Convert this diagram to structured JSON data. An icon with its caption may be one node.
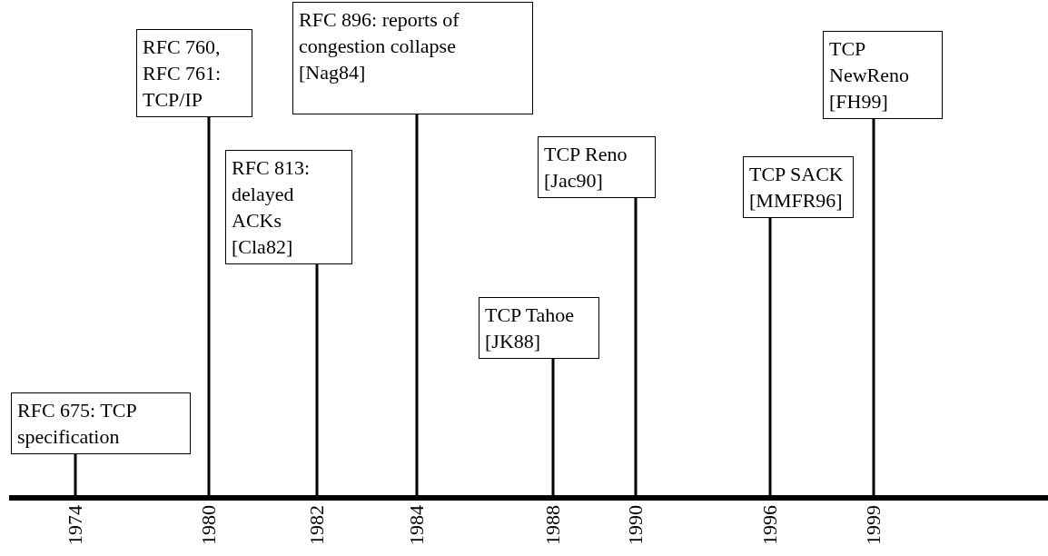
{
  "diagram": {
    "nodes": [
      {
        "text": [
          "RFC 675: TCP specification"
        ]
      },
      {
        "text": [
          "RFC 760, RFC 761: TCP/IP"
        ]
      },
      {
        "text": [
          "RFC 813: delayed ACKs [Cla82]"
        ]
      },
      {
        "text": [
          "RFC 896: reports of congestion collapse [Nag84]"
        ]
      },
      {
        "text": [
          "TCP Tahoe [JK88]"
        ]
      },
      {
        "text": [
          "TCP Reno [Jac90]"
        ]
      },
      {
        "text": [
          "TCP SACK [MMFR96]"
        ]
      },
      {
        "text": [
          "TCP NewReno [FH99]"
        ]
      }
    ],
    "edges": [
      {
        "from": 0,
        "to": null,
        "arrow": "none"
      },
      {
        "from": 1,
        "to": null,
        "arrow": "none"
      },
      {
        "from": 2,
        "to": null,
        "arrow": "none"
      },
      {
        "from": 3,
        "to": null,
        "arrow": "none"
      },
      {
        "from": 4,
        "to": null,
        "arrow": "none"
      },
      {
        "from": 5,
        "to": null,
        "arrow": "none"
      },
      {
        "from": 6,
        "to": null,
        "arrow": "none"
      },
      {
        "from": 7,
        "to": null,
        "arrow": "none"
      }
    ],
    "labels": [
      "1974",
      "1980",
      "1982",
      "1984",
      "1988",
      "1990",
      "1996",
      "1999"
    ]
  }
}
